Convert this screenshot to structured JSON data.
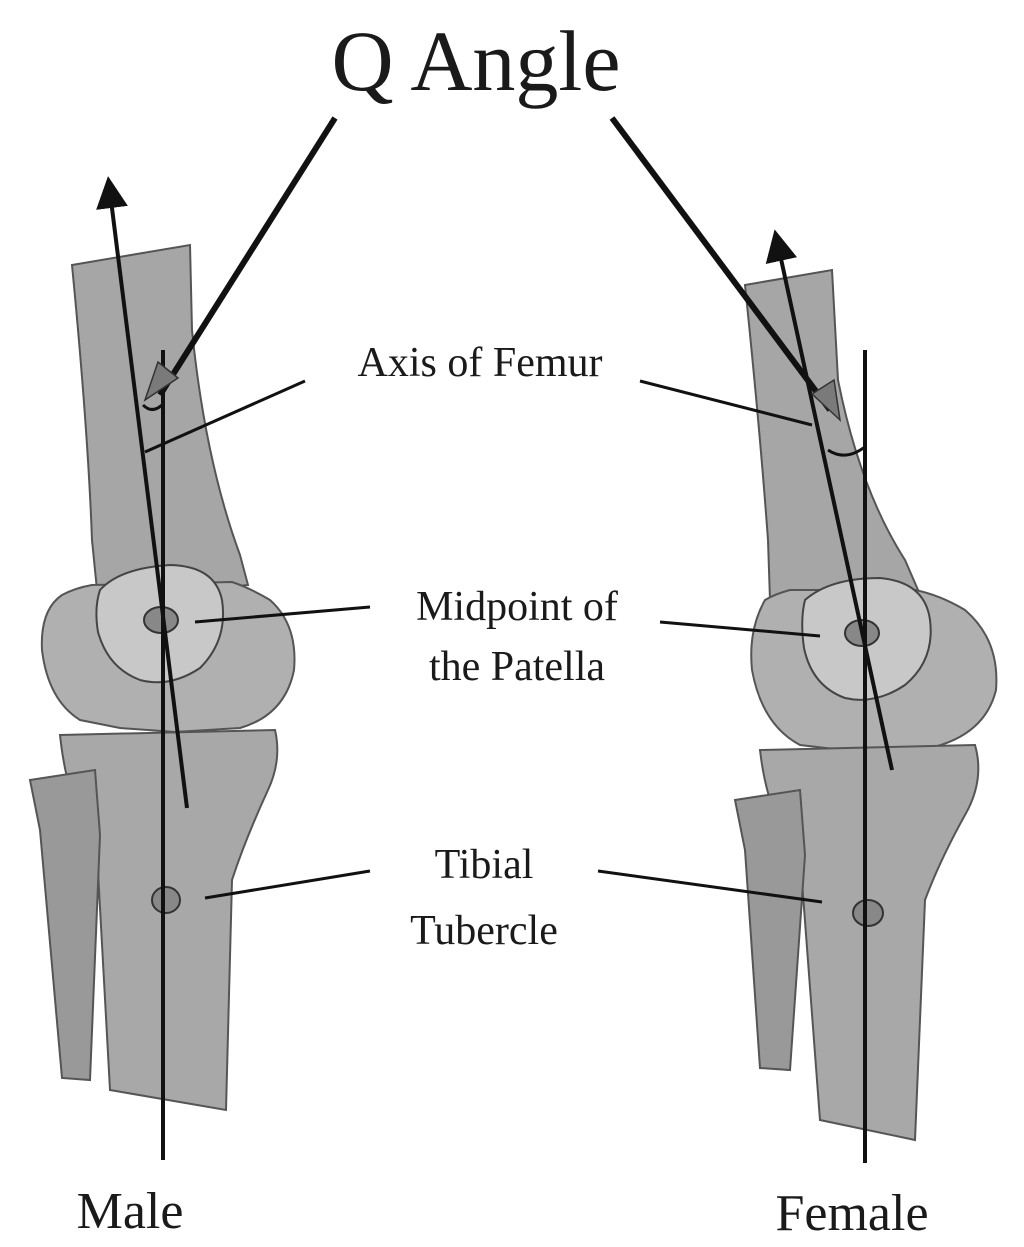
{
  "title": "Q Angle",
  "labels": {
    "axis_of_femur": "Axis of Femur",
    "midpoint_line1": "Midpoint of",
    "midpoint_line2": "the Patella",
    "tibial_line1": "Tibial",
    "tibial_line2": "Tubercle"
  },
  "sides": {
    "male": "Male",
    "female": "Female"
  },
  "colors": {
    "bone_fill": "#a9a9a9",
    "bone_light": "#c9c9c9",
    "bone_edge": "#555555",
    "line": "#111111",
    "arrow_pointer": "#7a7a7a"
  }
}
